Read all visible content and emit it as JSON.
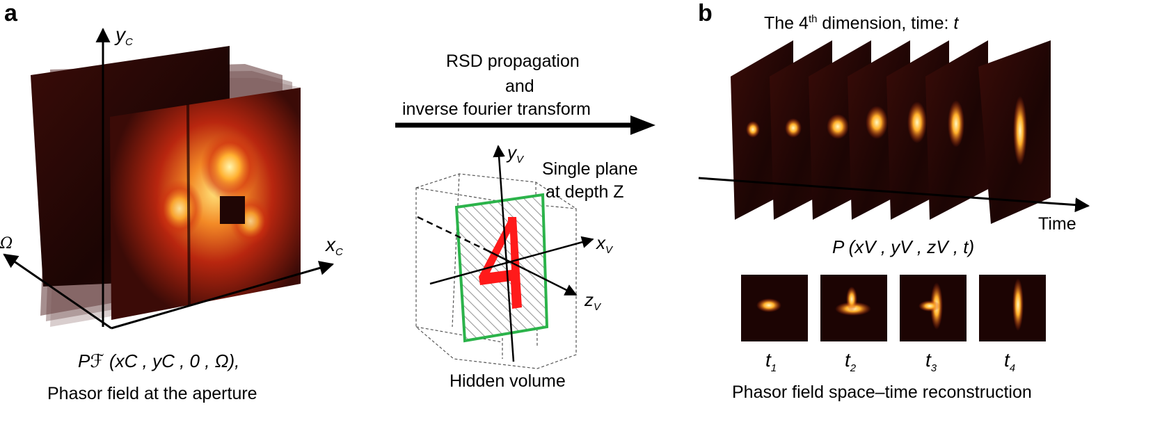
{
  "panels": {
    "a": {
      "letter": "a",
      "axis_y": "y",
      "axis_y_sub": "C",
      "axis_x": "x",
      "axis_x_sub": "C",
      "axis_omega": "Ω",
      "formula_line": "Pℱ (xC , yC , 0 , Ω),",
      "caption": "Phasor field at the aperture"
    },
    "middle": {
      "arrow_label_lines": [
        "RSD propagation",
        "and",
        "inverse fourier transform"
      ],
      "plane_label_lines": [
        "Single plane",
        "at depth Z"
      ],
      "axis_y": "y",
      "axis_y_sub": "V",
      "axis_x": "x",
      "axis_x_sub": "V",
      "axis_z": "z",
      "axis_z_sub": "V",
      "digit": "4",
      "caption": "Hidden volume"
    },
    "b": {
      "letter": "b",
      "title_pre": "The 4",
      "title_sup": "th",
      "title_post": " dimension, time: ",
      "title_var": "t",
      "time_axis_label": "Time",
      "formula": "P (xV , yV , zV , t)",
      "thumb_labels": [
        {
          "base": "t",
          "sub": "1"
        },
        {
          "base": "t",
          "sub": "2"
        },
        {
          "base": "t",
          "sub": "3"
        },
        {
          "base": "t",
          "sub": "4"
        }
      ],
      "caption": "Phasor field space–time reconstruction"
    }
  },
  "colors": {
    "frame_dark": "#2a0806",
    "heat_hot": "#fff3a0",
    "heat_mid": "#e8411a",
    "digit_red": "#ff1a1a",
    "plane_green": "#2bb34a"
  }
}
